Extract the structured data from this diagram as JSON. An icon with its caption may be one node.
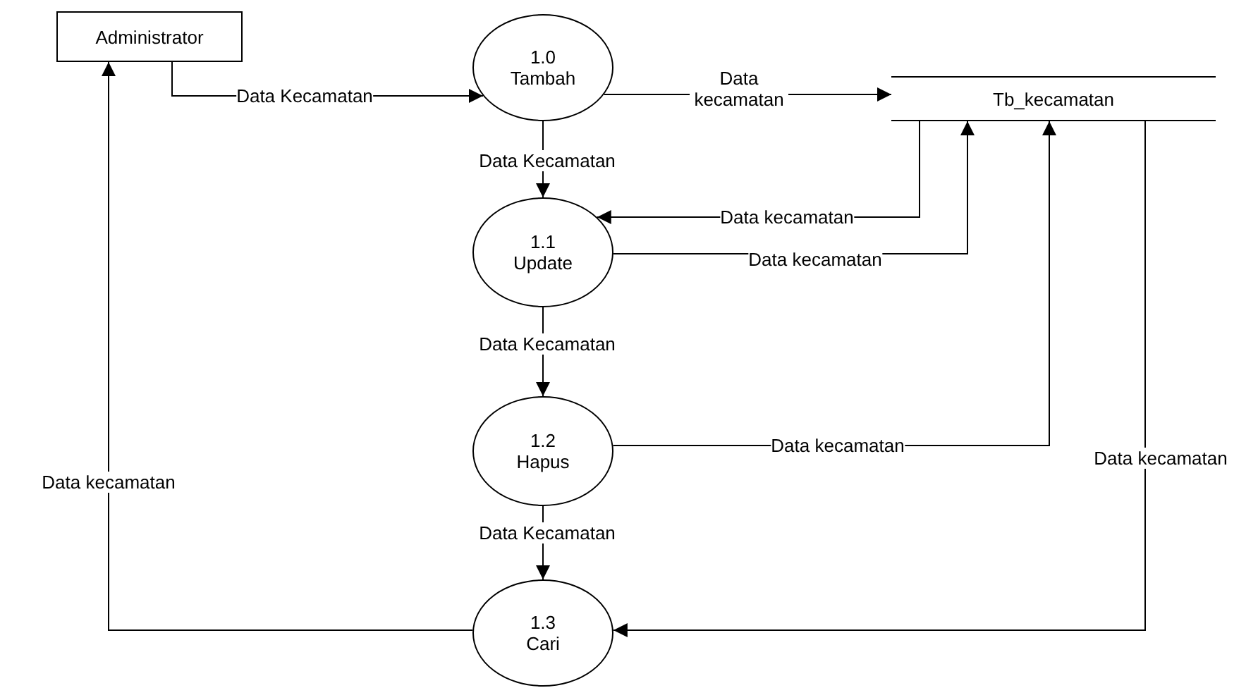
{
  "diagram": {
    "nodes": [
      {
        "text": [
          "Administrator"
        ]
      },
      {
        "text": [
          "1.0",
          "Tambah"
        ]
      },
      {
        "text": [
          "1.1",
          "Update"
        ]
      },
      {
        "text": [
          "1.2",
          "Hapus"
        ]
      },
      {
        "text": [
          "1.3",
          "Cari"
        ]
      },
      {
        "text": [
          "Tb_kecamatan"
        ]
      }
    ],
    "edges": [
      {
        "from": 0,
        "to": 1,
        "arrow": "to",
        "label": "Data Kecamatan"
      },
      {
        "from": 1,
        "to": 5,
        "arrow": "to",
        "label": "Data kecamatan"
      },
      {
        "from": 1,
        "to": 2,
        "arrow": "to",
        "label": "Data Kecamatan"
      },
      {
        "from": 5,
        "to": 2,
        "arrow": "to",
        "label": "Data kecamatan"
      },
      {
        "from": 2,
        "to": 5,
        "arrow": "to",
        "label": "Data kecamatan"
      },
      {
        "from": 2,
        "to": 3,
        "arrow": "to",
        "label": "Data Kecamatan"
      },
      {
        "from": 3,
        "to": 5,
        "arrow": "to",
        "label": "Data kecamatan"
      },
      {
        "from": 3,
        "to": 4,
        "arrow": "to",
        "label": "Data Kecamatan"
      },
      {
        "from": 5,
        "to": 4,
        "arrow": "to",
        "label": "Data kecamatan"
      },
      {
        "from": 4,
        "to": 0,
        "arrow": "to",
        "label": "Data kecamatan"
      }
    ]
  }
}
